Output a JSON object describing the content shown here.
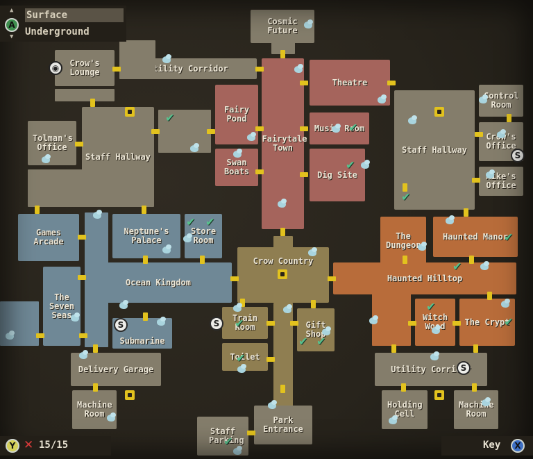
{
  "legend": {
    "surface": "Surface",
    "underground": "Underground",
    "button": "A"
  },
  "rooms": {
    "cosmic_future": "Cosmic Future",
    "crows_lounge": "Crow's Lounge",
    "utility_corridor_top": "Utility Corridor",
    "theatre": "Theatre",
    "control_room": "Control Room",
    "tolmans_office": "Tolman's Office",
    "staff_hallway_left": "Staff Hallway",
    "fairy_pond": "Fairy Pond",
    "fairytale_town": "Fairytale Town",
    "music_room": "Music Room",
    "crows_office": "Crow's Office",
    "staff_hallway_right": "Staff Hallway",
    "swan_boats": "Swan Boats",
    "dig_site": "Dig Site",
    "mikes_office": "Mike's Office",
    "games_arcade": "Games Arcade",
    "neptunes_palace": "Neptune's Palace",
    "store_room": "Store Room",
    "the_dungeon": "The Dungeon",
    "haunted_manor": "Haunted Manor",
    "crow_country": "Crow Country",
    "ocean_kingdom": "Ocean Kingdom",
    "haunted_hilltop": "Haunted Hilltop",
    "the_seven_seas": "The Seven Seas",
    "train_room": "Train Room",
    "gift_shop": "Gift Shop",
    "witch_wood": "Witch Wood",
    "the_crypt": "The Crypt",
    "submarine": "Submarine",
    "toilet": "Toilet",
    "delivery_garage": "Delivery Garage",
    "utility_corridor_bottom": "Utility Corridor",
    "machine_room_left": "Machine Room",
    "holding_cell": "Holding Cell",
    "machine_room_right": "Machine Room",
    "staff_parking": "Staff Parking",
    "park_entrance": "Park Entrance"
  },
  "save_icon_letter": "S",
  "status": {
    "y_button": "Y",
    "x_mark": "✕",
    "collected": "15/15",
    "key_label": "Key",
    "x_button": "X"
  },
  "check_symbol": "✔",
  "colors": {
    "staff_area": "#847d6b",
    "fairytale_area": "#a5645c",
    "ocean_area": "#6f8896",
    "haunted_area": "#b86c3a",
    "central_area": "#8f7e51",
    "door": "#e2c21e",
    "check": "#58c28e"
  }
}
